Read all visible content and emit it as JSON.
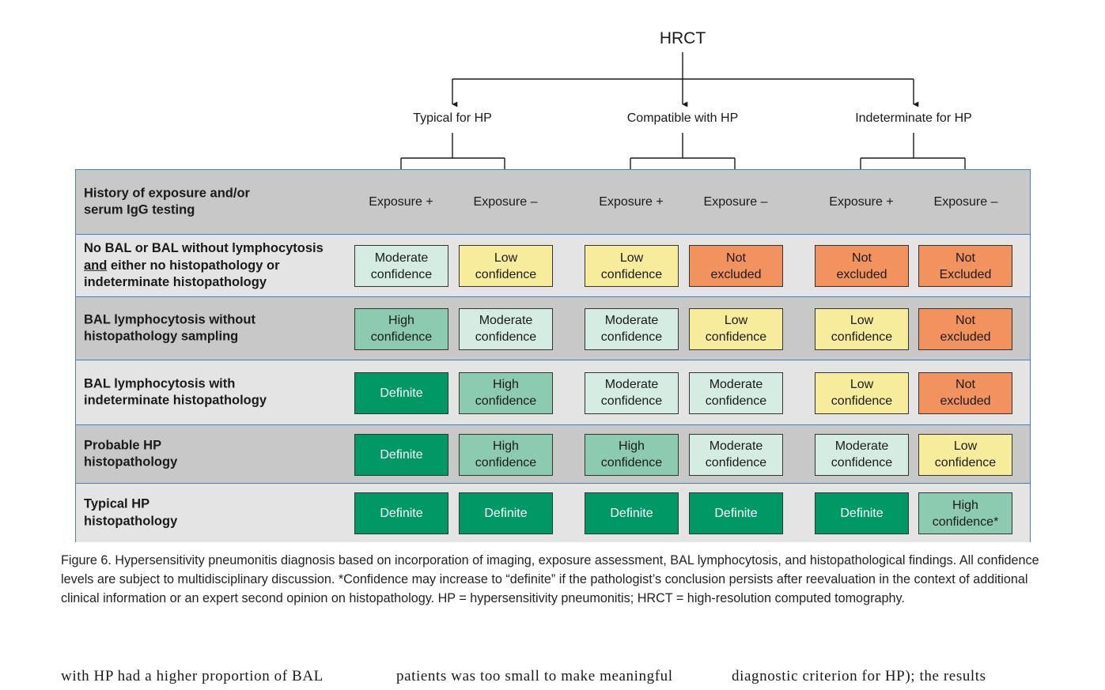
{
  "root": "HRCT",
  "branches": [
    "Typical for HP",
    "Compatible with HP",
    "Indeterminate for HP"
  ],
  "header_row": {
    "label_lines": [
      "History of exposure and/or",
      "serum IgG testing"
    ],
    "exposure_pos": "Exposure +",
    "exposure_neg": "Exposure –"
  },
  "rows": [
    {
      "label_lines": [
        "No BAL or BAL without lymphocytosis",
        "and either no histopathology or",
        "indeterminate histopathology"
      ],
      "label_underline_word": "and",
      "cells": [
        {
          "lines": [
            "Moderate",
            "confidence"
          ],
          "level": "moderate"
        },
        {
          "lines": [
            "Low",
            "confidence"
          ],
          "level": "low"
        },
        {
          "lines": [
            "Low",
            "confidence"
          ],
          "level": "low"
        },
        {
          "lines": [
            "Not",
            "excluded"
          ],
          "level": "not-excluded"
        },
        {
          "lines": [
            "Not",
            "excluded"
          ],
          "level": "not-excluded"
        },
        {
          "lines": [
            "Not",
            "Excluded"
          ],
          "level": "not-excluded"
        }
      ]
    },
    {
      "label_lines": [
        "BAL lymphocytosis without",
        "histopathology sampling"
      ],
      "cells": [
        {
          "lines": [
            "High",
            "confidence"
          ],
          "level": "high"
        },
        {
          "lines": [
            "Moderate",
            "confidence"
          ],
          "level": "moderate"
        },
        {
          "lines": [
            "Moderate",
            "confidence"
          ],
          "level": "moderate"
        },
        {
          "lines": [
            "Low",
            "confidence"
          ],
          "level": "low"
        },
        {
          "lines": [
            "Low",
            "confidence"
          ],
          "level": "low"
        },
        {
          "lines": [
            "Not",
            "excluded"
          ],
          "level": "not-excluded"
        }
      ]
    },
    {
      "label_lines": [
        "BAL lymphocytosis with",
        "indeterminate histopathology"
      ],
      "cells": [
        {
          "lines": [
            "Definite"
          ],
          "level": "definite"
        },
        {
          "lines": [
            "High",
            "confidence"
          ],
          "level": "high"
        },
        {
          "lines": [
            "Moderate",
            "confidence"
          ],
          "level": "moderate"
        },
        {
          "lines": [
            "Moderate",
            "confidence"
          ],
          "level": "moderate"
        },
        {
          "lines": [
            "Low",
            "confidence"
          ],
          "level": "low"
        },
        {
          "lines": [
            "Not",
            "excluded"
          ],
          "level": "not-excluded"
        }
      ]
    },
    {
      "label_lines": [
        "Probable HP",
        "histopathology"
      ],
      "cells": [
        {
          "lines": [
            "Definite"
          ],
          "level": "definite"
        },
        {
          "lines": [
            "High",
            "confidence"
          ],
          "level": "high"
        },
        {
          "lines": [
            "High",
            "confidence"
          ],
          "level": "high"
        },
        {
          "lines": [
            "Moderate",
            "confidence"
          ],
          "level": "moderate"
        },
        {
          "lines": [
            "Moderate",
            "confidence"
          ],
          "level": "moderate"
        },
        {
          "lines": [
            "Low",
            "confidence"
          ],
          "level": "low"
        }
      ]
    },
    {
      "label_lines": [
        "Typical HP",
        "histopathology"
      ],
      "cells": [
        {
          "lines": [
            "Definite"
          ],
          "level": "definite"
        },
        {
          "lines": [
            "Definite"
          ],
          "level": "definite"
        },
        {
          "lines": [
            "Definite"
          ],
          "level": "definite"
        },
        {
          "lines": [
            "Definite"
          ],
          "level": "definite"
        },
        {
          "lines": [
            "Definite"
          ],
          "level": "definite"
        },
        {
          "lines": [
            "High",
            "confidence*"
          ],
          "level": "high"
        }
      ]
    }
  ],
  "level_colors": {
    "definite": "#009966",
    "high": "#8dcbb0",
    "moderate": "#d4ece1",
    "low": "#f7ec9c",
    "not-excluded": "#f1925f"
  },
  "caption": {
    "label": "Figure 6.",
    "text": "Hypersensitivity pneumonitis diagnosis based on incorporation of imaging, exposure assessment, BAL lymphocytosis, and histopathological findings. All confidence levels are subject to multidisciplinary discussion. *Confidence may increase to “definite” if the pathologist’s conclusion persists after reevaluation in the context of additional clinical information or an expert second opinion on histopathology. HP = hypersensitivity pneumonitis; HRCT = high-resolution computed tomography."
  },
  "body_text": [
    "with HP had a higher proportion of BAL",
    "patients was too small to make meaningful",
    "diagnostic criterion for HP); the results"
  ]
}
